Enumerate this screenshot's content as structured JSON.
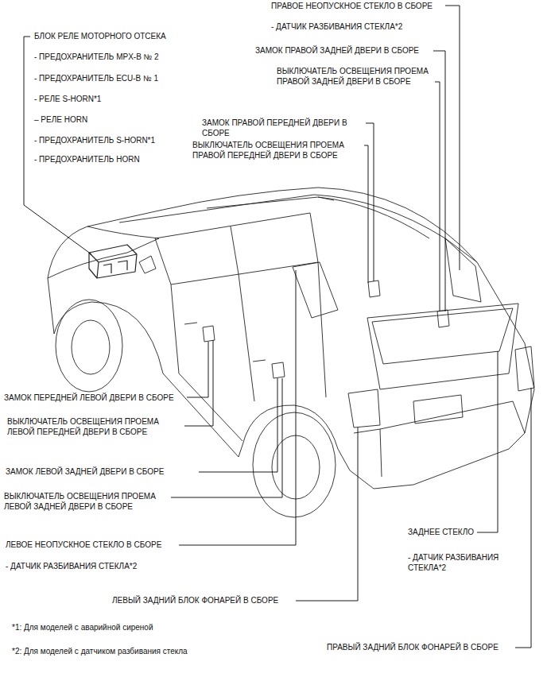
{
  "diagram": {
    "labels": [
      "ПРАВОЕ НЕОПУСКНОЕ СТЕКЛО В СБОРЕ",
      "- ДАТЧИК РАЗБИВАНИЯ СТЕКЛА*2",
      "ЗАМОК ПРАВОЙ ЗАДНЕЙ ДВЕРИ В СБОРЕ",
      "ВЫКЛЮЧАТЕЛЬ ОСВЕЩЕНИЯ ПРОЕМА ПРАВОЙ ЗАДНЕЙ ДВЕРИ В СБОРЕ",
      "ЗАМОК ПРАВОЙ ПЕРЕДНЕЙ ДВЕРИ В СБОРЕ",
      "ВЫКЛЮЧАТЕЛЬ ОСВЕЩЕНИЯ ПРОЕМА ПРАВОЙ ПЕРЕДНЕЙ ДВЕРИ В СБОРЕ",
      "БЛОК РЕЛЕ МОТОРНОГО ОТСЕКА",
      "- ПРЕДОХРАНИТЕЛЬ MPX-B № 2",
      "- ПРЕДОХРАНИТЕЛЬ ECU-B № 1",
      "- РЕЛЕ S-HORN*1",
      "– РЕЛЕ HORN",
      "- ПРЕДОХРАНИТЕЛЬ S-HORN*1",
      "- ПРЕДОХРАНИТЕЛЬ HORN",
      "ЗАМОК ПЕРЕДНЕЙ ЛЕВОЙ ДВЕРИ В СБОРЕ",
      "ВЫКЛЮЧАТЕЛЬ ОСВЕЩЕНИЯ ПРОЕМА ЛЕВОЙ ПЕРЕДНЕЙ ДВЕРИ В СБОРЕ",
      "ЗАМОК ЛЕВОЙ ЗАДНЕЙ ДВЕРИ В СБОРЕ",
      "ВЫКЛЮЧАТЕЛЬ ОСВЕЩЕНИЯ ПРОЕМА ЛЕВОЙ ЗАДНЕЙ ДВЕРИ В СБОРЕ",
      "ЛЕВОЕ НЕОПУСКНОЕ СТЕКЛО В СБОРЕ",
      "- ДАТЧИК РАЗБИВАНИЯ СТЕКЛА*2",
      "ЛЕВЫЙ ЗАДНИЙ БЛОК ФОНАРЕЙ В СБОРЕ",
      "*1: Для моделей с аварийной сиреной",
      "*2: Для моделей с датчиком разбивания стекла",
      "ЗАДНЕЕ СТЕКЛО",
      "- ДАТЧИК РАЗБИВАНИЯ СТЕКЛА*2",
      "ПРАВЫЙ ЗАДНИЙ БЛОК ФОНАРЕЙ В СБОРЕ"
    ]
  }
}
